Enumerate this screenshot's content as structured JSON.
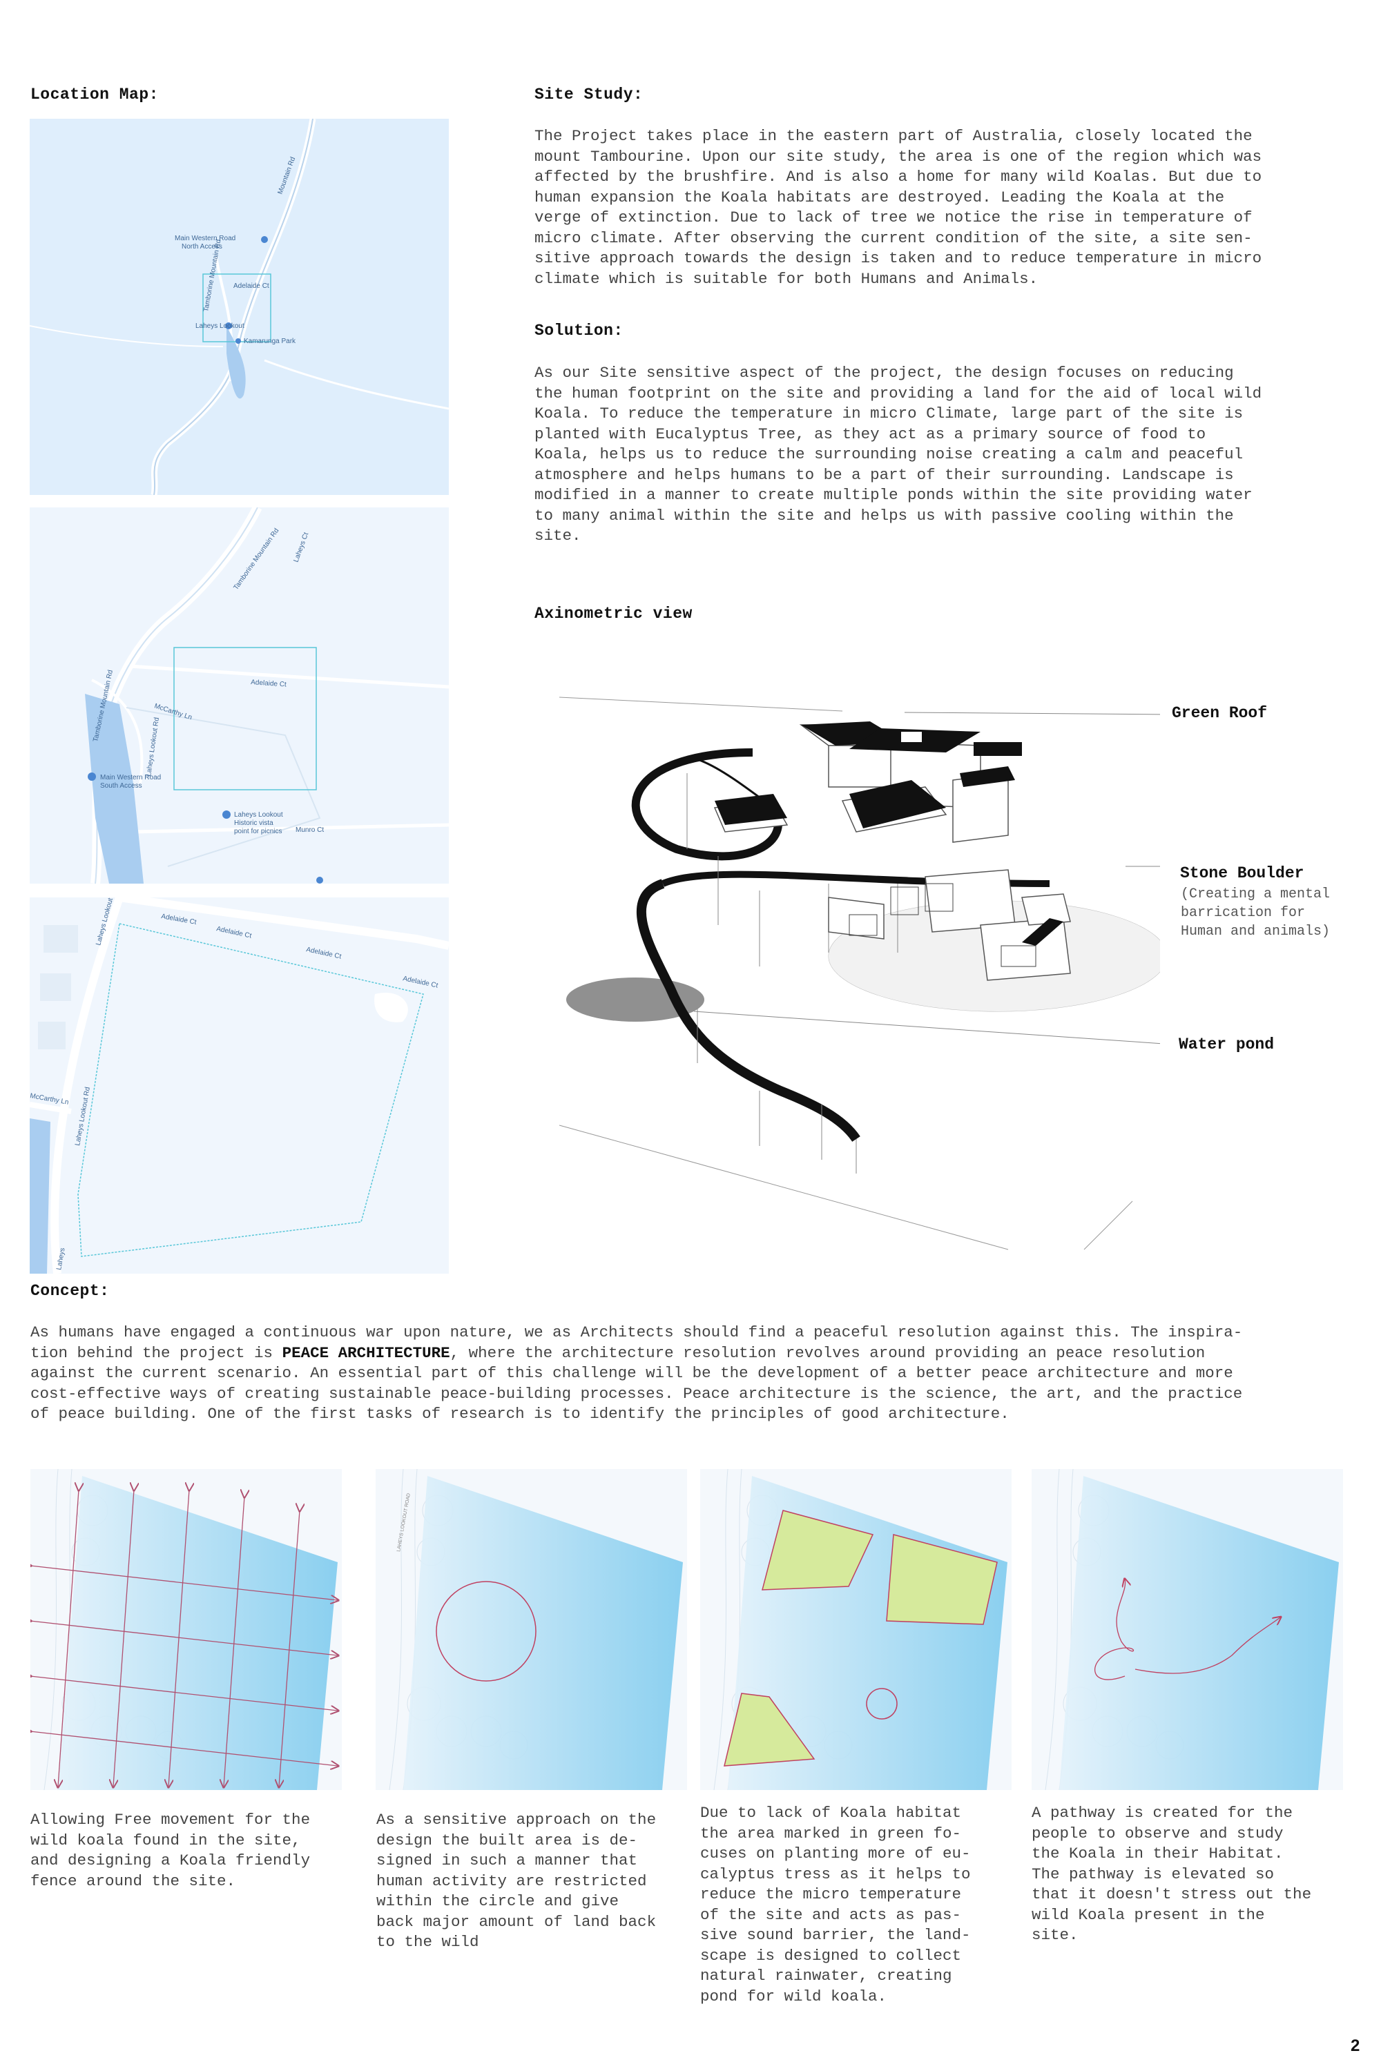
{
  "location_map": {
    "heading": "Location Map:"
  },
  "maps": {
    "map1": {
      "road_name_1": "Mountain Rd",
      "road_name_2": "Tamborine Mountain Rd",
      "poi_1": "Main Western Road",
      "poi_1b": "North Access",
      "poi_2": "Laheys Lookout",
      "poi_3": "Kamarunga Park",
      "poi_4": "Adelaide Ct"
    },
    "map2": {
      "road_name_1": "Tamborine Mountain Rd",
      "road_name_2": "Tamborine Mountain Rd",
      "road_name_3": "Adelaide Ct",
      "road_name_4": "McCarthy Ln",
      "road_name_5": "Laheys Lookout Rd",
      "poi_1": "Main Western Road",
      "poi_1b": "South Access",
      "poi_2": "Laheys Lookout",
      "poi_2b": "Historic vista",
      "poi_2c": "point for picnics",
      "road_name_6": "Munro Ct",
      "road_name_7": "Laheys Ct"
    },
    "map3": {
      "road_1": "Adelaide Ct",
      "road_2": "Adelaide Ct",
      "road_3": "Adelaide Ct",
      "road_4": "Adelaide Ct",
      "road_5": "Laheys Lookout Rd",
      "road_6": "Laheys Lookout Rd",
      "road_7": "McCarthy Ln",
      "road_8": "Laheys"
    }
  },
  "site_study": {
    "heading": "Site Study:",
    "text": "The Project takes place in the eastern part of Australia, closely located the\nmount Tambourine. Upon our site study, the area is one of the region which was\naffected by the brushfire. And is also a home for many wild Koalas. But due to\nhuman expansion the Koala habitats are destroyed. Leading the Koala at the\nverge of extinction. Due to lack of tree we notice the rise in temperature of\nmicro climate. After observing the current condition of the site, a site sen-\nsitive approach towards the design is taken and to reduce temperature in micro\nclimate which is suitable for both Humans and Animals."
  },
  "solution": {
    "heading": "Solution:",
    "text": "As our Site sensitive aspect of the project, the design focuses on reducing\nthe human footprint on the site and providing a land for the aid of local wild\nKoala. To reduce the temperature in micro Climate, large part of the site is\nplanted with Eucalyptus Tree, as they act as a primary source of food to\nKoala, helps us to reduce the surrounding noise creating a calm and peaceful\natmosphere and helps humans to be a part of their surrounding. Landscape is\nmodified in a manner to create multiple ponds within the site providing water\nto many animal within the site and helps us with passive cooling within the\nsite."
  },
  "axonometric": {
    "heading": "Axinometric view",
    "green_roof": "Green Roof",
    "stone_boulder": "Stone Boulder",
    "stone_boulder_note": "(Creating a mental\nbarrication for\nHuman and animals)",
    "water_pond": "Water pond"
  },
  "concept": {
    "heading": "Concept:",
    "text_1": "As humans have engaged a continuous war upon nature, we as Architects should find a peaceful resolution against this. The inspira-\ntion behind the project is ",
    "bold": "PEACE ARCHITECTURE",
    "text_2": ", where the architecture resolution revolves around providing an peace resolution\nagainst the current scenario. An essential part of this challenge will be the development of a better peace architecture and more\ncost-effective ways of creating sustainable peace-building processes. Peace architecture is the science, the art, and the practice\nof peace building. One of the first tasks of research is to identify the principles of good architecture."
  },
  "diagrams": {
    "road_label": "LAHEYS LOOKOUT ROAD",
    "captions": [
      "Allowing Free movement for the\nwild koala found in the site,\nand designing a Koala friendly\nfence around the site.",
      "As a sensitive approach on the\ndesign the built area is de-\nsigned in such a manner that\nhuman activity are restricted\nwithin the circle and give\nback major amount of land back\nto the wild",
      "Due to lack of Koala habitat\nthe area marked in green fo-\ncuses on planting more of eu-\ncalyptus tress as it helps to\nreduce the micro temperature\nof the site and acts as pas-\nsive sound barrier, the land-\nscape is designed to collect\nnatural rainwater, creating\npond for wild koala.",
      "A pathway is created for the\npeople to observe and study\nthe Koala in their Habitat.\nThe pathway is elevated so\nthat it doesn't stress out the\nwild Koala present in the\nsite."
    ]
  },
  "page_number": "2",
  "colors": {
    "map_bg": "#dfeefc",
    "site_blue": "#7fcbee",
    "accent_red": "#c04060",
    "green": "#d6ea9c",
    "dark": "#111111"
  }
}
